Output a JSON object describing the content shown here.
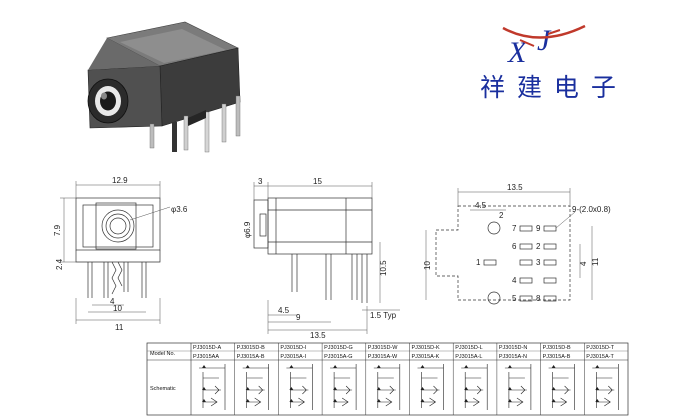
{
  "colors": {
    "brand_blue": "#1a2f9e",
    "brand_red": "#c0392b",
    "line": "#333333",
    "dim_line": "#555555"
  },
  "brand": {
    "logo_x": "X",
    "logo_j": "J",
    "chinese_name": "祥 建 电 子"
  },
  "front_view": {
    "width": "12.9",
    "hole": "φ3.6",
    "height": "7.9",
    "bottom_offset": "2.4",
    "pin_pitch_1": "4",
    "pin_pitch_2": "10",
    "pin_pitch_3": "11"
  },
  "side_view": {
    "front_len": "3",
    "body_len": "15",
    "diameter": "φ6.9",
    "height": "10.5",
    "pin_a": "4.5",
    "pin_b": "9",
    "total_len": "13.5",
    "pin_note": "1.5 Typ"
  },
  "pcb_view": {
    "width": "13.5",
    "offset_a": "4.5",
    "offset_b": "2",
    "hole_note": "9-(2.0x0.8)",
    "height": "10",
    "pitch_a": "4",
    "pitch_b": "11",
    "pins": [
      "7",
      "9",
      "6",
      "2",
      "1",
      "3",
      "4",
      "5",
      "8"
    ]
  },
  "table": {
    "row1_label": "Model No.",
    "row2_label": "Schematic",
    "models_top": [
      "PJ3015D-A",
      "PJ3015D-B",
      "PJ3015D-I",
      "PJ3015D-G",
      "PJ3015D-W",
      "PJ3015D-K",
      "PJ3015D-L",
      "PJ3015D-N",
      "PJ3015D-B",
      "PJ3015D-T"
    ],
    "models_bottom": [
      "PJ3015AA",
      "PJ3015A-B",
      "PJ3015A-I",
      "PJ3015A-G",
      "PJ3015A-W",
      "PJ3015A-K",
      "PJ3015A-L",
      "PJ3015A-N",
      "PJ3015A-B",
      "PJ3015A-T"
    ]
  }
}
